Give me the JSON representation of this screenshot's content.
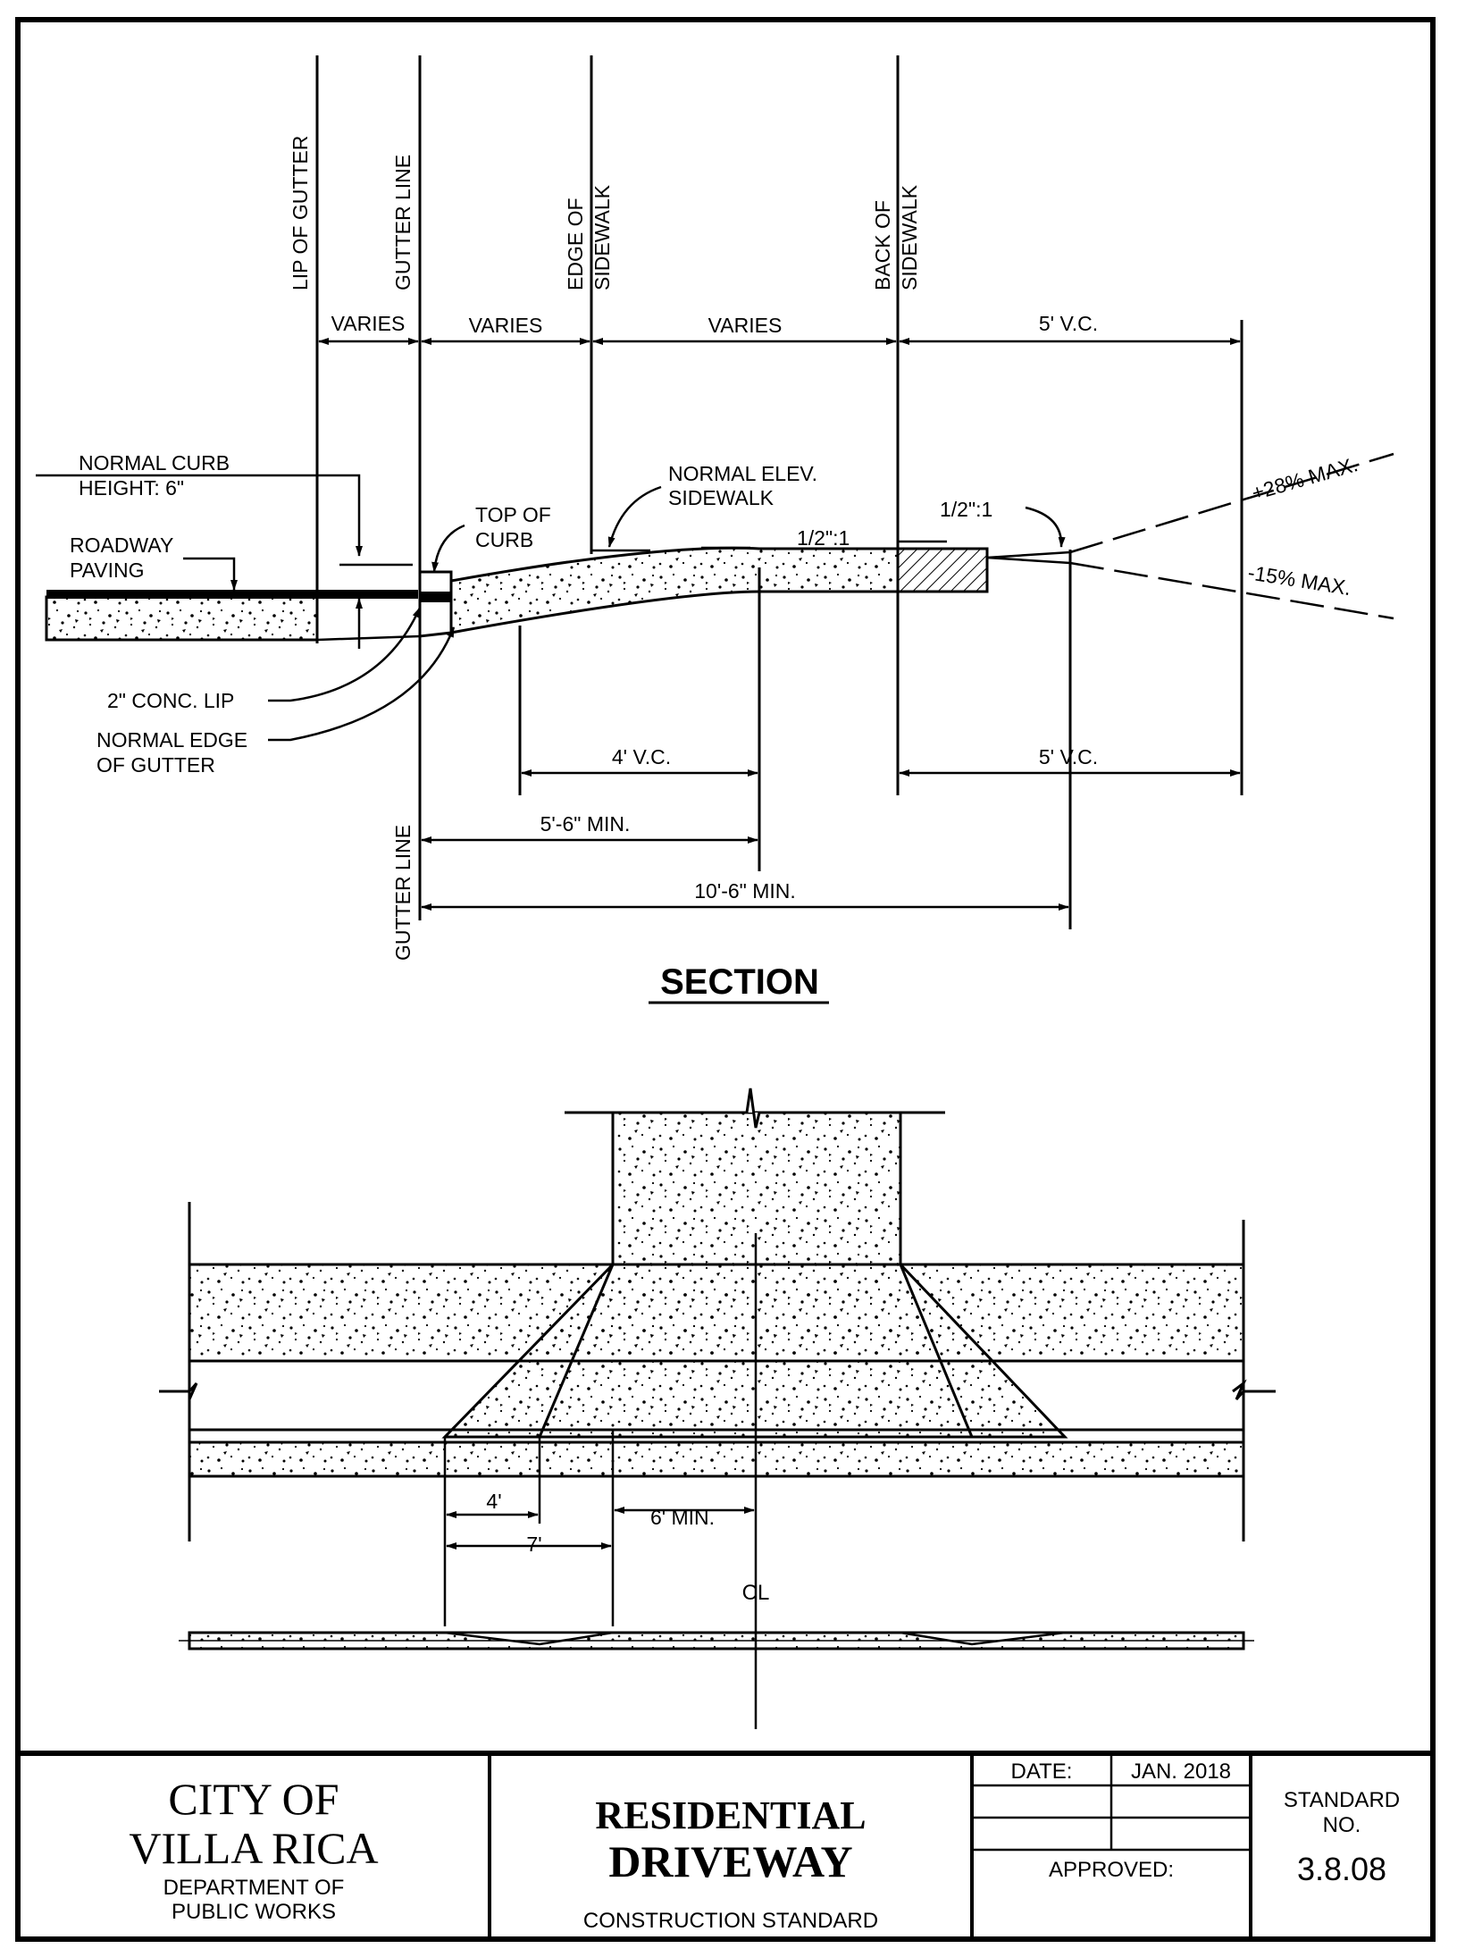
{
  "section": {
    "title": "SECTION",
    "ref_lines": {
      "lip_of_gutter": "LIP OF GUTTER",
      "gutter_line": "GUTTER LINE",
      "edge_of": "EDGE OF",
      "sidewalk": "SIDEWALK",
      "back_of": "BACK OF",
      "gutter_line_bottom": "GUTTER LINE"
    },
    "dims_top": [
      "VARIES",
      "VARIES",
      "VARIES",
      "5' V.C."
    ],
    "dims_bottom": {
      "vc4": "4' V.C.",
      "vc5": "5' V.C.",
      "min56": "5'-6\" MIN.",
      "min106": "10'-6\" MIN."
    },
    "callouts": {
      "normal_curb_1": "NORMAL CURB",
      "normal_curb_2": "HEIGHT: 6\"",
      "roadway_1": "ROADWAY",
      "roadway_2": "PAVING",
      "top_curb_1": "TOP OF",
      "top_curb_2": "CURB",
      "normal_elev_1": "NORMAL ELEV.",
      "normal_elev_2": "SIDEWALK",
      "slope_a": "1/2\":1",
      "slope_b": "1/2\":1",
      "grade_up": "+28% MAX.",
      "grade_down": "-15% MAX.",
      "conc_lip": "2\" CONC. LIP",
      "normal_edge_1": "NORMAL EDGE",
      "normal_edge_2": "OF GUTTER"
    }
  },
  "plan": {
    "dim_4": "4'",
    "dim_7": "7'",
    "dim_6min": "6' MIN.",
    "centerline": "CL"
  },
  "title_block": {
    "org_line1": "CITY OF",
    "org_line2": "VILLA RICA",
    "dept_line1": "DEPARTMENT OF",
    "dept_line2": "PUBLIC WORKS",
    "title_line1": "RESIDENTIAL",
    "title_line2": "DRIVEWAY",
    "subtitle": "CONSTRUCTION STANDARD",
    "date_label": "DATE:",
    "date_value": "JAN. 2018",
    "approved_label": "APPROVED:",
    "standard_label_1": "STANDARD",
    "standard_label_2": "NO.",
    "standard_no": "3.8.08"
  }
}
